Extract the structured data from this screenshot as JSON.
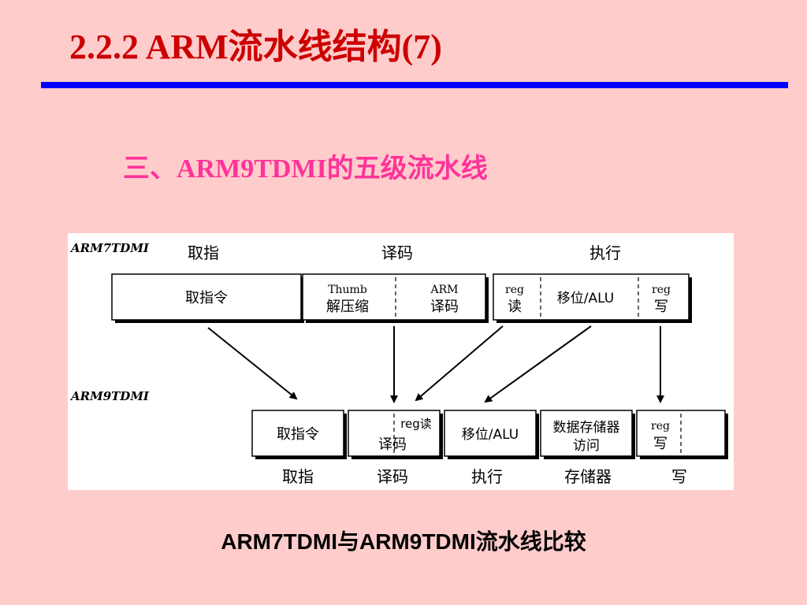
{
  "slide": {
    "title": "2.2.2 ARM流水线结构(7)",
    "subtitle": "三、ARM9TDMI的五级流水线",
    "caption": "ARM7TDMI与ARM9TDMI流水线比较"
  },
  "colors": {
    "background": "#ffcccc",
    "title": "#cc0000",
    "rule": "#0000ff",
    "subtitle": "#ff3399",
    "diagram_bg": "#ffffff"
  },
  "diagram": {
    "arm7": {
      "label": "ARM7TDMI",
      "stages": [
        "取指",
        "译码",
        "执行"
      ],
      "boxes": {
        "fetch": "取指令",
        "thumb_line1": "Thumb",
        "thumb_line2": "解压缩",
        "arm_line1": "ARM",
        "arm_line2": "译码",
        "regread_line1": "reg",
        "regread_line2": "读",
        "shift_alu": "移位/ALU",
        "regwrite_line1": "reg",
        "regwrite_line2": "写"
      }
    },
    "arm9": {
      "label": "ARM9TDMI",
      "stages": [
        "取指",
        "译码",
        "执行",
        "存储器",
        "写"
      ],
      "boxes": {
        "fetch": "取指令",
        "regread": "reg读",
        "decode": "译码",
        "shift_alu": "移位/ALU",
        "mem_line1": "数据存储器",
        "mem_line2": "访问",
        "regwrite_line1": "reg",
        "regwrite_line2": "写"
      }
    }
  }
}
